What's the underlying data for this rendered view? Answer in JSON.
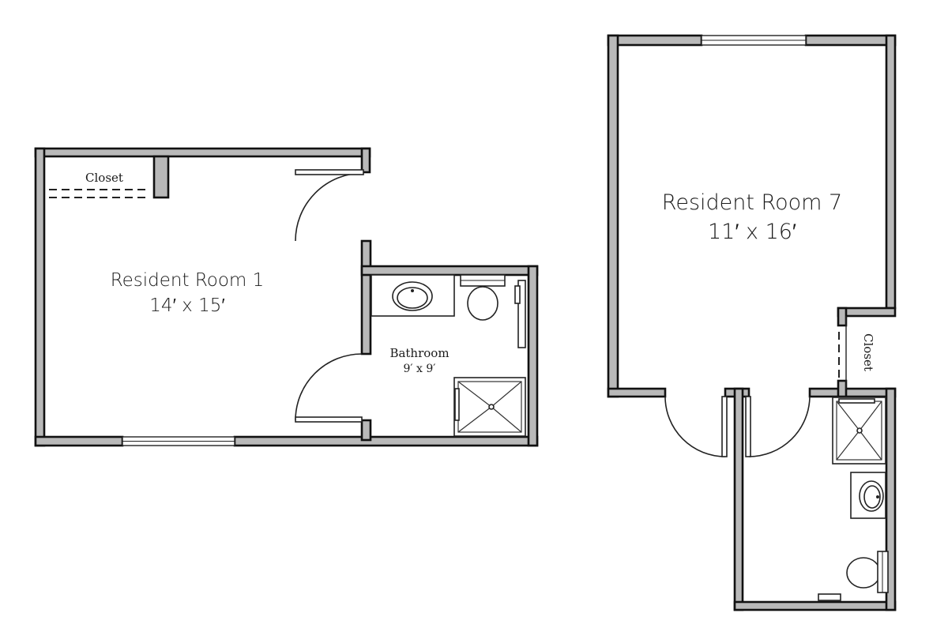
{
  "room1": {
    "name": "Resident Room 1",
    "size": "14′ x 15′",
    "closet": "Closet",
    "bathroom_name": "Bathroom",
    "bathroom_size": "9′ x 9′"
  },
  "room7": {
    "name": "Resident Room 7",
    "size": "11′ x 16′",
    "closet": "Closet"
  },
  "colors": {
    "wall_fill": "#b9b9b9",
    "wall_stroke": "#111111"
  }
}
